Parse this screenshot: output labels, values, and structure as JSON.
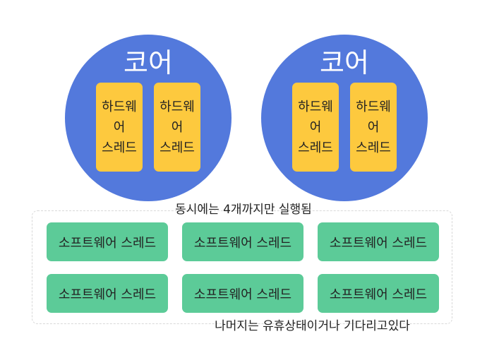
{
  "cores": [
    {
      "label": "코어",
      "threads": [
        {
          "label": "하드웨어\n스레드"
        },
        {
          "label": "하드웨어\n스레드"
        }
      ]
    },
    {
      "label": "코어",
      "threads": [
        {
          "label": "하드웨어\n스레드"
        },
        {
          "label": "하드웨어\n스레드"
        }
      ]
    }
  ],
  "caption_top": "동시에는 4개까지만 실행됨",
  "software_threads": [
    {
      "label": "소프트웨어 스레드"
    },
    {
      "label": "소프트웨어 스레드"
    },
    {
      "label": "소프트웨어 스레드"
    },
    {
      "label": "소프트웨어 스레드"
    },
    {
      "label": "소프트웨어 스레드"
    },
    {
      "label": "소프트웨어 스레드"
    }
  ],
  "caption_bottom": "나머지는 유휴상태이거나 기다리고있다",
  "colors": {
    "core": "#5379dc",
    "hardware_thread": "#fdc93e",
    "software_thread": "#5ccb98"
  }
}
